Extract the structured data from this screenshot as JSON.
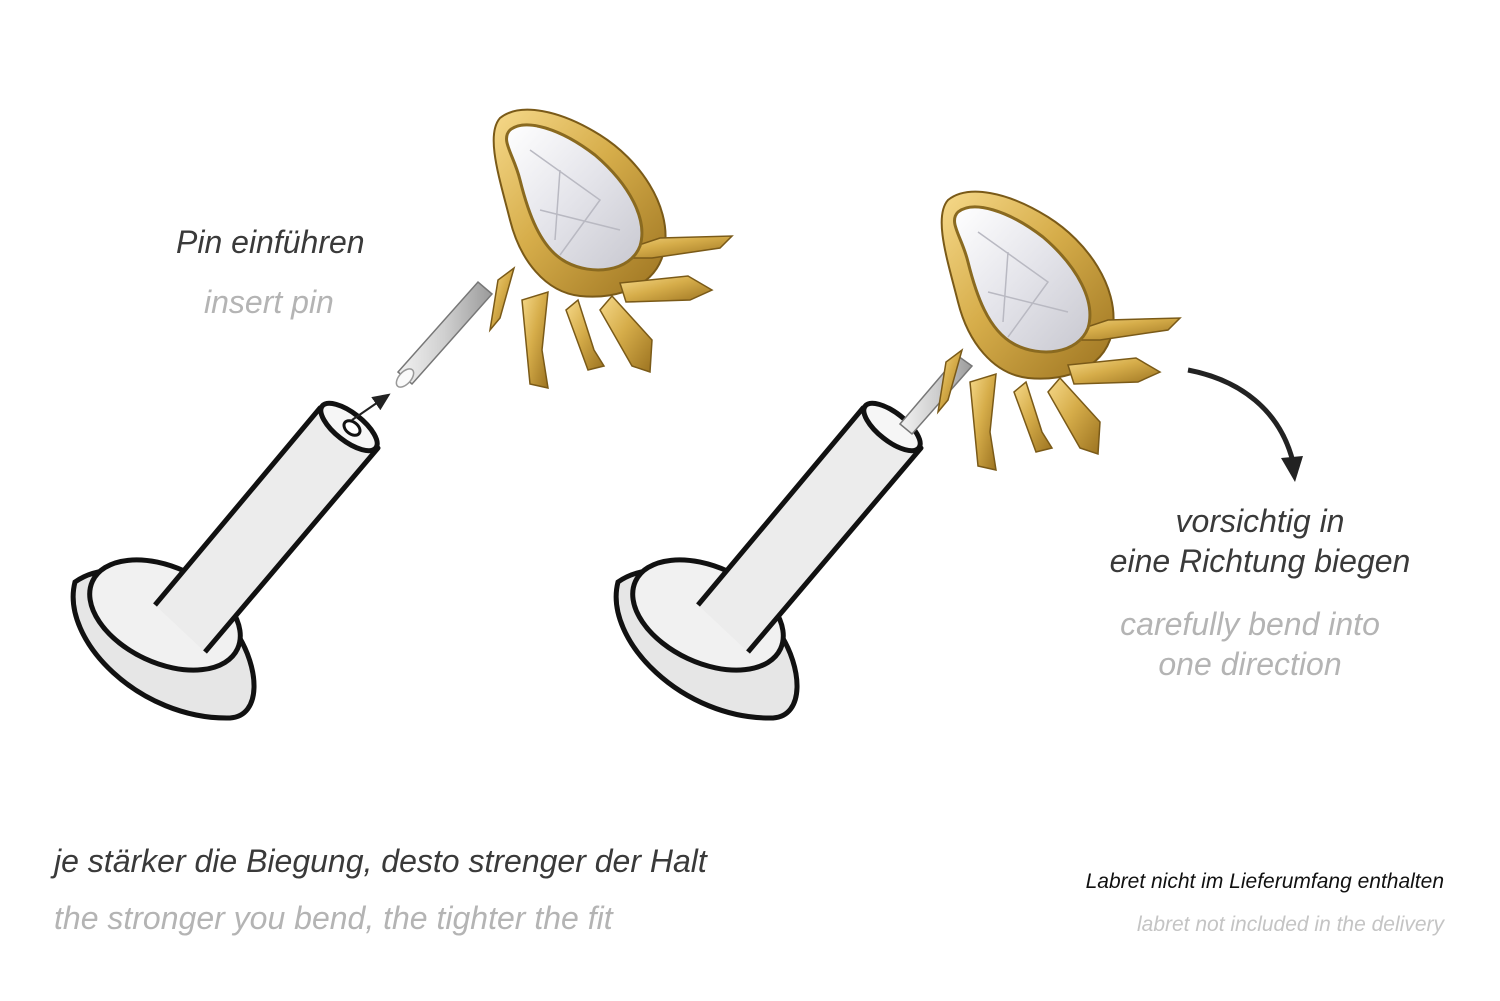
{
  "step1": {
    "label_de": "Pin einführen",
    "label_en": "insert pin"
  },
  "step2": {
    "label_de_line1": "vorsichtig in",
    "label_de_line2": "eine Richtung biegen",
    "label_en_line1": "carefully bend into",
    "label_en_line2": "one direction"
  },
  "footer": {
    "note_de": "je stärker die Biegung, desto strenger der Halt",
    "note_en": "the stronger you bend, the tighter the fit",
    "delivery_de": "Labret nicht im Lieferumfang enthalten",
    "delivery_en": "labret not included in the delivery"
  },
  "colors": {
    "german_text": "#3a3a3a",
    "english_text": "#b4b4b4",
    "gold": "#d6ad4a",
    "outline": "#111111",
    "disc_fill": "#e6e6e6"
  }
}
